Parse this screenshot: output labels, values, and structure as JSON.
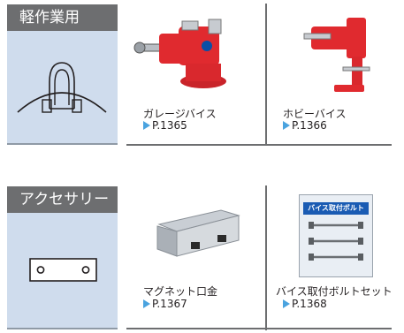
{
  "categories": [
    {
      "label": "軽作業用"
    },
    {
      "label": "アクセサリー"
    }
  ],
  "products": [
    {
      "name": "ガレージバイス",
      "page": "P.1365"
    },
    {
      "name": "ホビーバイス",
      "page": "P.1366"
    },
    {
      "name": "マグネット口金",
      "page": "P.1367"
    },
    {
      "name": "バイス取付ボルトセット",
      "page": "P.1368"
    }
  ],
  "package": {
    "title": "バイス取付ボルト"
  },
  "colors": {
    "category_bg": "#6d6e70",
    "panel_bg": "#cfdced",
    "arrow": "#4aa3df",
    "vise_red": "#e02a2f"
  },
  "icons": [
    "shackle-icon",
    "plate-icon",
    "garage-vise-icon",
    "hobby-vise-icon",
    "magnetic-jaw-icon",
    "bolt-set-icon"
  ]
}
